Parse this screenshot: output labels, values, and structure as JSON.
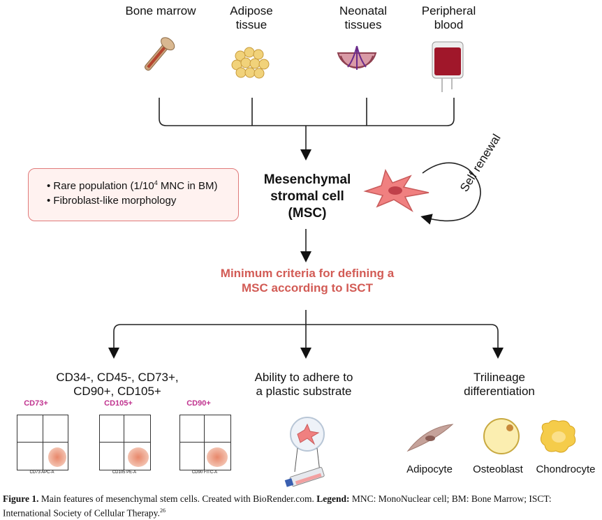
{
  "sources": [
    {
      "label": "Bone marrow",
      "icon": "bone-icon"
    },
    {
      "label_line1": "Adipose",
      "label_line2": "tissue",
      "icon": "adipose-tissue-icon"
    },
    {
      "label_line1": "Neonatal",
      "label_line2": "tissues",
      "icon": "placenta-icon"
    },
    {
      "label_line1": "Peripheral",
      "label_line2": "blood",
      "icon": "blood-bag-icon"
    }
  ],
  "bullets": {
    "item1_prefix": "Rare population (1/10",
    "item1_sup": "4",
    "item1_suffix": " MNC in BM)",
    "item2": "Fibroblast-like morphology"
  },
  "msc": {
    "line1": "Mesenchymal",
    "line2": "stromal cell",
    "line3": "(MSC)",
    "self_renewal": "Self renewal"
  },
  "criteria": {
    "line1": "Minimum criteria for defining a",
    "line2": "MSC according to ISCT"
  },
  "branches": {
    "markers_line1": "CD34-, CD45-, CD73+,",
    "markers_line2": "CD90+, CD105+",
    "adhere_line1": "Ability to adhere to",
    "adhere_line2": "a plastic substrate",
    "tri_line1": "Trilineage",
    "tri_line2": "differentiation"
  },
  "flow_panels": [
    {
      "title": "CD73+",
      "xlabel": "CD73 APC-A"
    },
    {
      "title": "CD105+",
      "xlabel": "CD105 PE-A"
    },
    {
      "title": "CD90+",
      "xlabel": "CD90 FITC-A"
    }
  ],
  "differentiation": [
    "Adipocyte",
    "Osteoblast",
    "Chondrocyte"
  ],
  "caption": {
    "fig": "Figure 1.",
    "text1": " Main features of mesenchymal stem cells. Created with BioRender.com. ",
    "legend_label": "Legend:",
    "text2": " MNC: MonoNuclear cell; BM: Bone Marrow; ISCT: International Society of Cellular Therapy.",
    "ref": "26"
  },
  "colors": {
    "accent_red": "#d25b55",
    "box_border": "#e07a7a",
    "box_fill": "#fff2f0",
    "flow_title": "#c0338f"
  }
}
